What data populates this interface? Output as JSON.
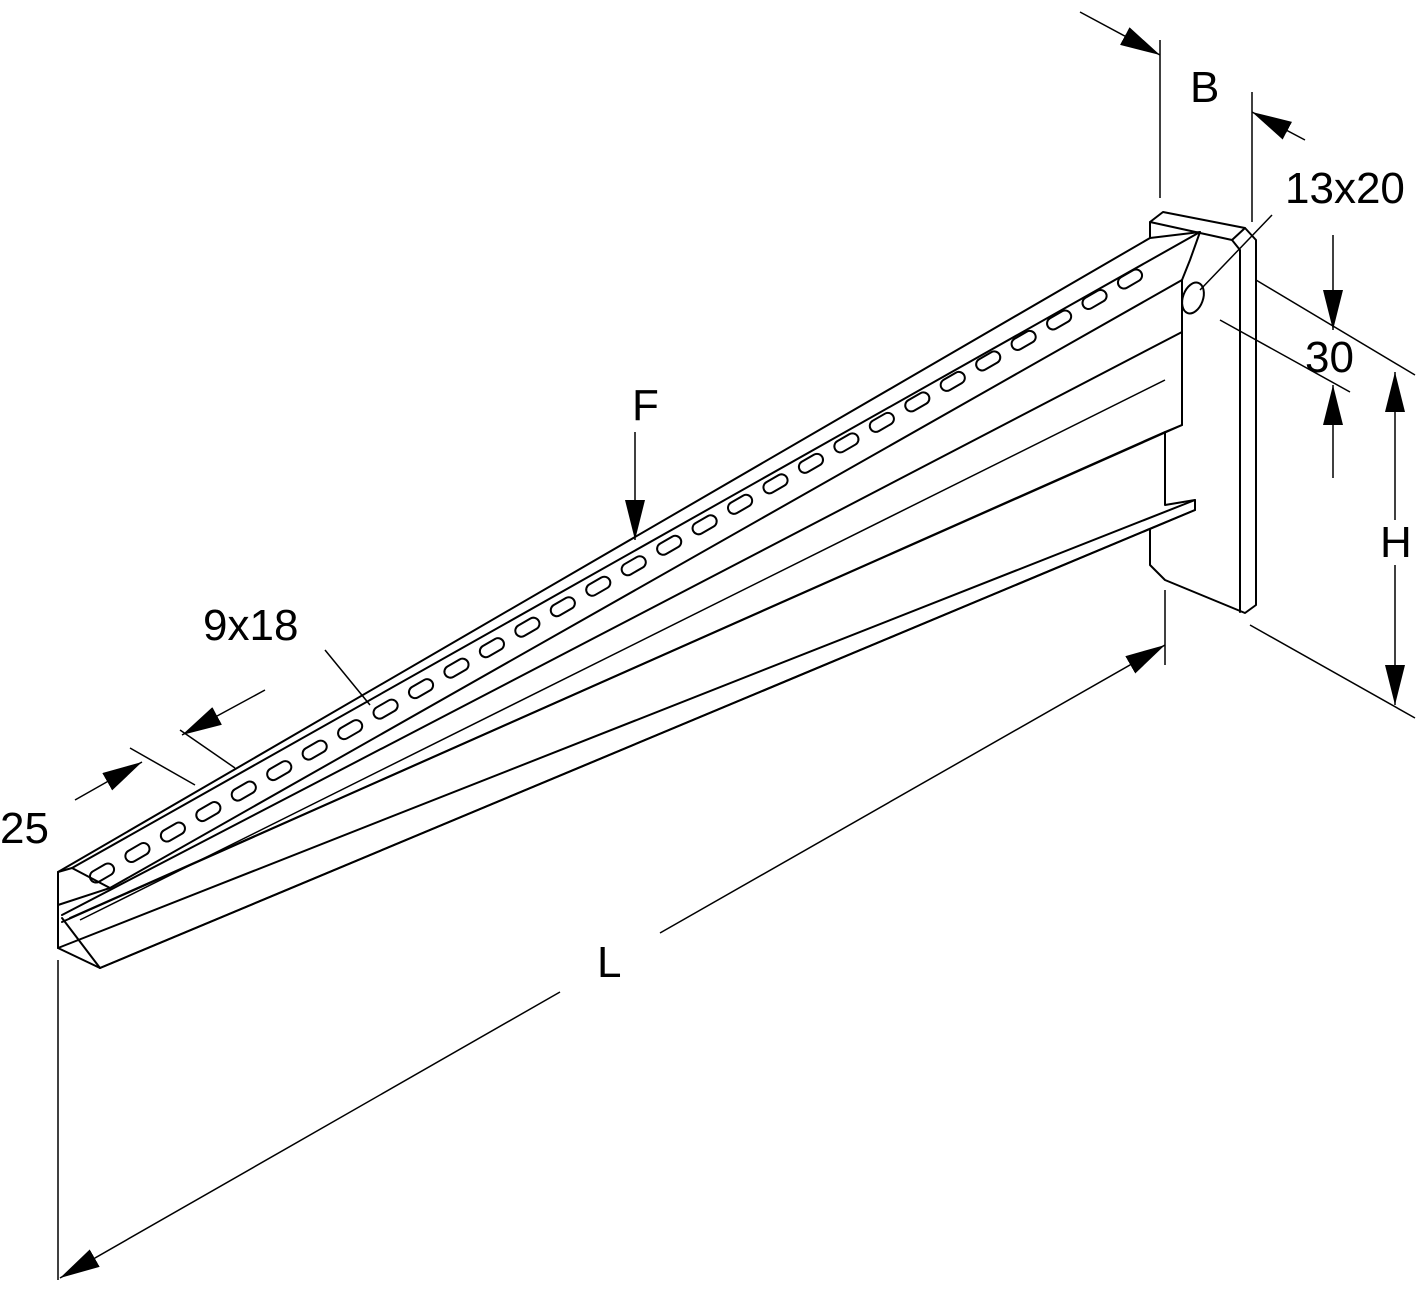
{
  "title": "Wall bracket dimension drawing",
  "labels": {
    "width": "B",
    "wall_slot": "13x20",
    "slot_offset": "30",
    "height": "H",
    "load": "F",
    "arm_slot": "9x18",
    "edge_distance": "25",
    "length": "L"
  },
  "slot_count": 30
}
